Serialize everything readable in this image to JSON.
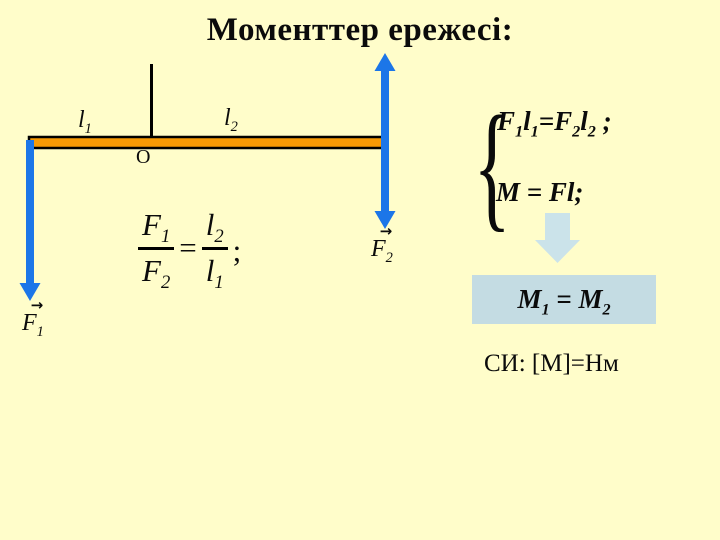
{
  "slide": {
    "title": "Моменттер ережесі:",
    "background_color": "#FFFDCA"
  },
  "diagram": {
    "lever_color": "#F89A05",
    "force_color": "#1C76E8",
    "pivot_label": "O",
    "vector_arrow": "→",
    "label_l1": [
      {
        "t": "l"
      },
      {
        "s": "1"
      }
    ],
    "label_l2": [
      {
        "t": "l"
      },
      {
        "s": "2"
      }
    ],
    "force_f1": [
      {
        "t": "F"
      },
      {
        "s": "1"
      }
    ],
    "force_f2": [
      {
        "t": "F"
      },
      {
        "s": "2"
      }
    ]
  },
  "proportion": {
    "num_left": [
      {
        "t": "F"
      },
      {
        "s": "1"
      }
    ],
    "den_left": [
      {
        "t": "F"
      },
      {
        "s": "2"
      }
    ],
    "equals": "=",
    "num_right": [
      {
        "t": "l"
      },
      {
        "s": "2"
      }
    ],
    "den_right": [
      {
        "t": "l"
      },
      {
        "s": "1"
      }
    ],
    "semicolon": ";"
  },
  "equations": {
    "brace": "{",
    "line1": [
      {
        "t": "F"
      },
      {
        "s": "1"
      },
      {
        "t": "l"
      },
      {
        "s": "1"
      },
      {
        "t": "="
      },
      {
        "t": "F"
      },
      {
        "s": "2"
      },
      {
        "t": "l"
      },
      {
        "s": "2"
      },
      {
        "t": " ;"
      }
    ],
    "line2": [
      {
        "t": "M = Fl;"
      }
    ],
    "conclusion": [
      {
        "t": "M"
      },
      {
        "s": "1"
      },
      {
        "t": " = "
      },
      {
        "t": "M"
      },
      {
        "s": "2"
      }
    ],
    "si_units": "СИ: [М]=Нм",
    "box_color": "#C4DCE3",
    "arrow_color": "#CBE3EA"
  }
}
